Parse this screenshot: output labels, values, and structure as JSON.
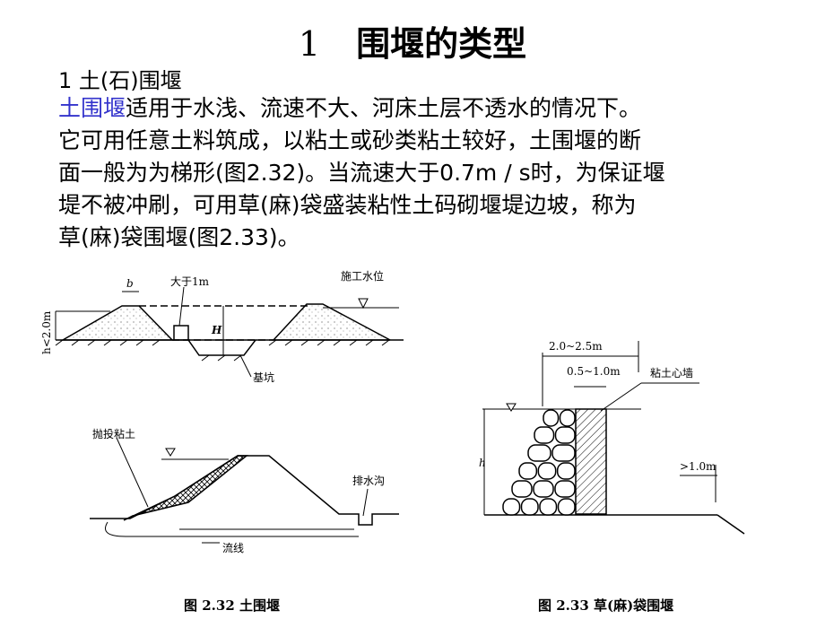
{
  "title": {
    "number": "1",
    "text": "围堰的类型"
  },
  "subtitle": "1  土(石)围堰",
  "paragraph": {
    "highlight": "土围堰",
    "lines": [
      "适用于水浅、流速不大、河床土层不透水的情况下。",
      "它可用任意土料筑成，以粘土或砂类粘土较好，土围堰的断",
      "面一般为为梯形(图2.32)。当流速大于0.7m / s时，为保证堰",
      "堤不被冲刷，可用草(麻)袋盛装粘性土码砌堰堤边坡，称为",
      "草(麻)袋围堰(图2.33)。"
    ]
  },
  "fig232": {
    "b": "b",
    "over1m": "大于1m",
    "water_level": "施工水位",
    "h_label": "h<2.0m",
    "H": "H",
    "pit": "基坑",
    "clay": "抛投粘土",
    "ditch": "排水沟",
    "flow": "流线",
    "caption": "图 2.32   土围堰"
  },
  "fig233": {
    "w1": "2.0~2.5m",
    "w2": "0.5~1.0m",
    "core": "粘土心墙",
    "h": "h",
    "berm": ">1.0m",
    "caption": "图 2.33   草(麻)袋围堰"
  },
  "colors": {
    "highlight": "#3333cc"
  }
}
